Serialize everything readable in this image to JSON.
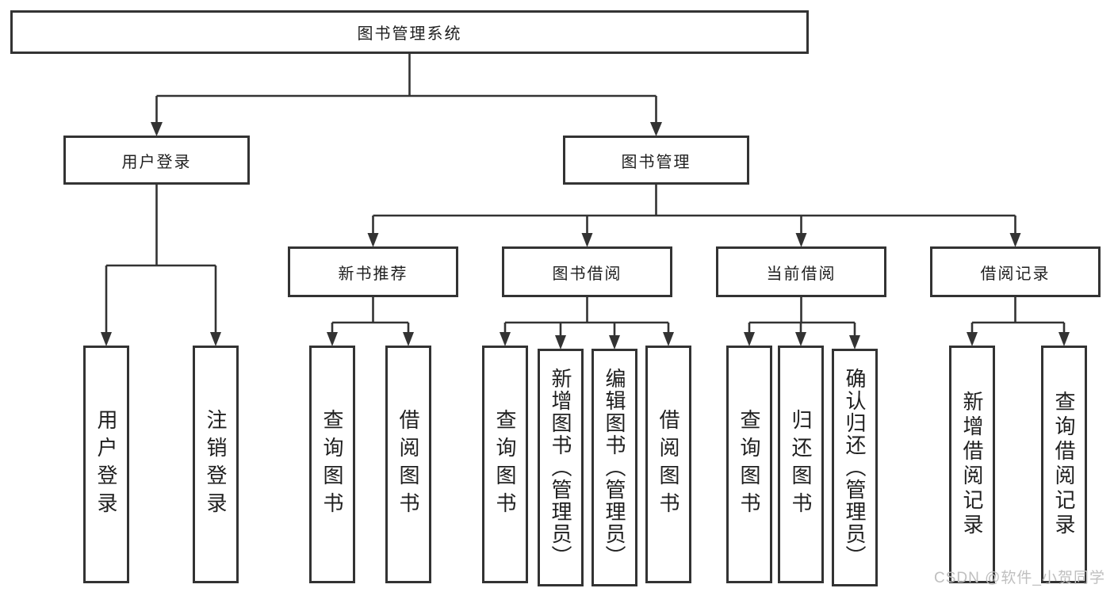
{
  "root": {
    "label": "图书管理系统"
  },
  "user_login": {
    "label": "用户登录",
    "children": [
      {
        "label": "用户登录"
      },
      {
        "label": "注销登录"
      }
    ]
  },
  "book_management": {
    "label": "图书管理",
    "modules": [
      {
        "label": "新书推荐",
        "children": [
          {
            "label": "查询图书"
          },
          {
            "label": "借阅图书"
          }
        ]
      },
      {
        "label": "图书借阅",
        "children": [
          {
            "label": "查询图书"
          },
          {
            "label": "新增图书（管理员）"
          },
          {
            "label": "编辑图书（管理员）"
          },
          {
            "label": "借阅图书"
          }
        ]
      },
      {
        "label": "当前借阅",
        "children": [
          {
            "label": "查询图书"
          },
          {
            "label": "归还图书"
          },
          {
            "label": "确认归还（管理员）"
          }
        ]
      },
      {
        "label": "借阅记录",
        "children": [
          {
            "label": "新增借阅记录"
          },
          {
            "label": "查询借阅记录"
          }
        ]
      }
    ]
  },
  "watermark": "CSDN @软件_小贺同学",
  "colors": {
    "box_border": "#333333",
    "connector_line": "#333333",
    "text": "#1f1f1f",
    "watermark": "#bfbfbf",
    "background": "#ffffff"
  }
}
